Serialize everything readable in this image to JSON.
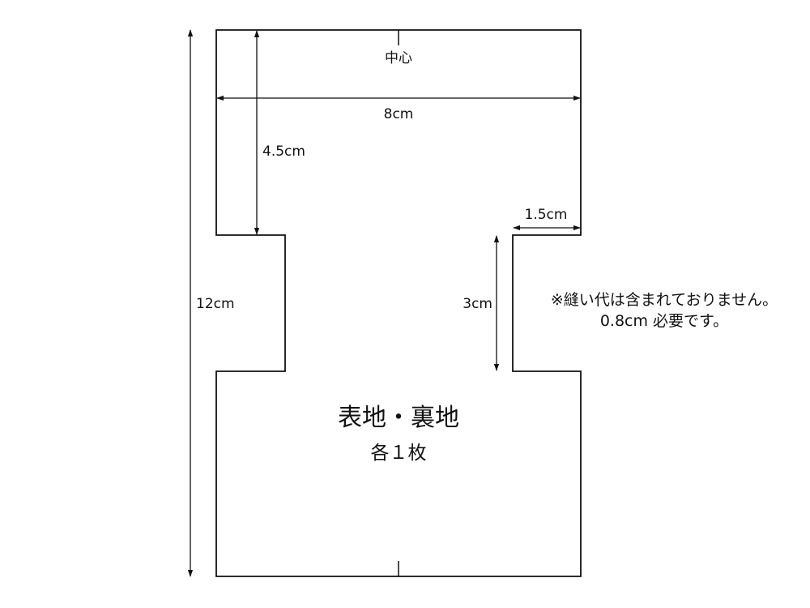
{
  "pattern": {
    "center_mark": "中心",
    "width_label": "8cm",
    "top_height_label": "4.5cm",
    "total_height_label": "12cm",
    "notch_width_label": "1.5cm",
    "notch_height_label": "3cm",
    "piece_name": "表地・裏地",
    "piece_count": "各１枚"
  },
  "note": {
    "line1": "※縫い代は含まれておりません。",
    "line2": "0.8cm 必要です。"
  },
  "colors": {
    "line": "#111111",
    "background": "#ffffff"
  }
}
